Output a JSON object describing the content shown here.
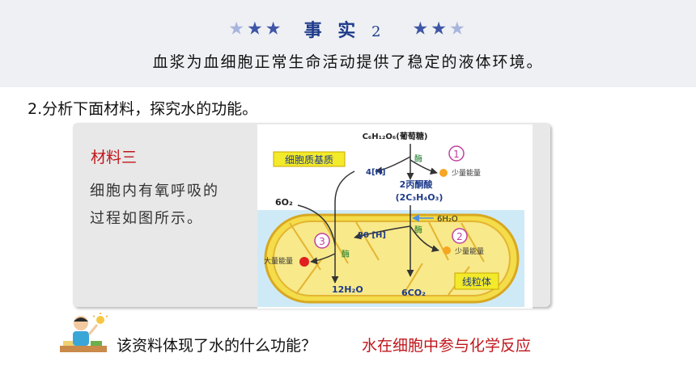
{
  "banner": {
    "stars_left": [
      "★",
      "★",
      "★"
    ],
    "title": "事 实",
    "number": "2",
    "stars_right": [
      "★",
      "★",
      "★"
    ],
    "statement": "血浆为血细胞正常生命活动提供了稳定的液体环境。"
  },
  "section": {
    "heading": "2.分析下面材料，探究水的功能。"
  },
  "material": {
    "title": "材料三",
    "lines": [
      "细胞内有氧呼吸的",
      "过程如图所示。"
    ]
  },
  "diagram": {
    "glucose": "C₆H₁₂O₆(葡萄糖)",
    "cytoplasm_label": "细胞质基质",
    "enzyme": "酶",
    "four_h": "4[H]",
    "pyruvate": "2丙酮酸",
    "pyruvate_formula": "(2C₃H₄O₃)",
    "six_o2": "6O₂",
    "six_h2o": "6H₂O",
    "twenty_h": "20 [H]",
    "little_energy": "少量能量",
    "big_energy": "大量能量",
    "twelve_h2o": "12H₂O",
    "six_co2": "6CO₂",
    "mitochondria_label": "线粒体",
    "stage_1": "1",
    "stage_2": "2",
    "stage_3": "3"
  },
  "qa": {
    "question": "该资料体现了水的什么功能？",
    "answer": "水在细胞中参与化学反应"
  },
  "colors": {
    "accent_blue": "#1e3a8a",
    "accent_red": "#c0161b",
    "label_yellow": "#f2ea2a"
  }
}
